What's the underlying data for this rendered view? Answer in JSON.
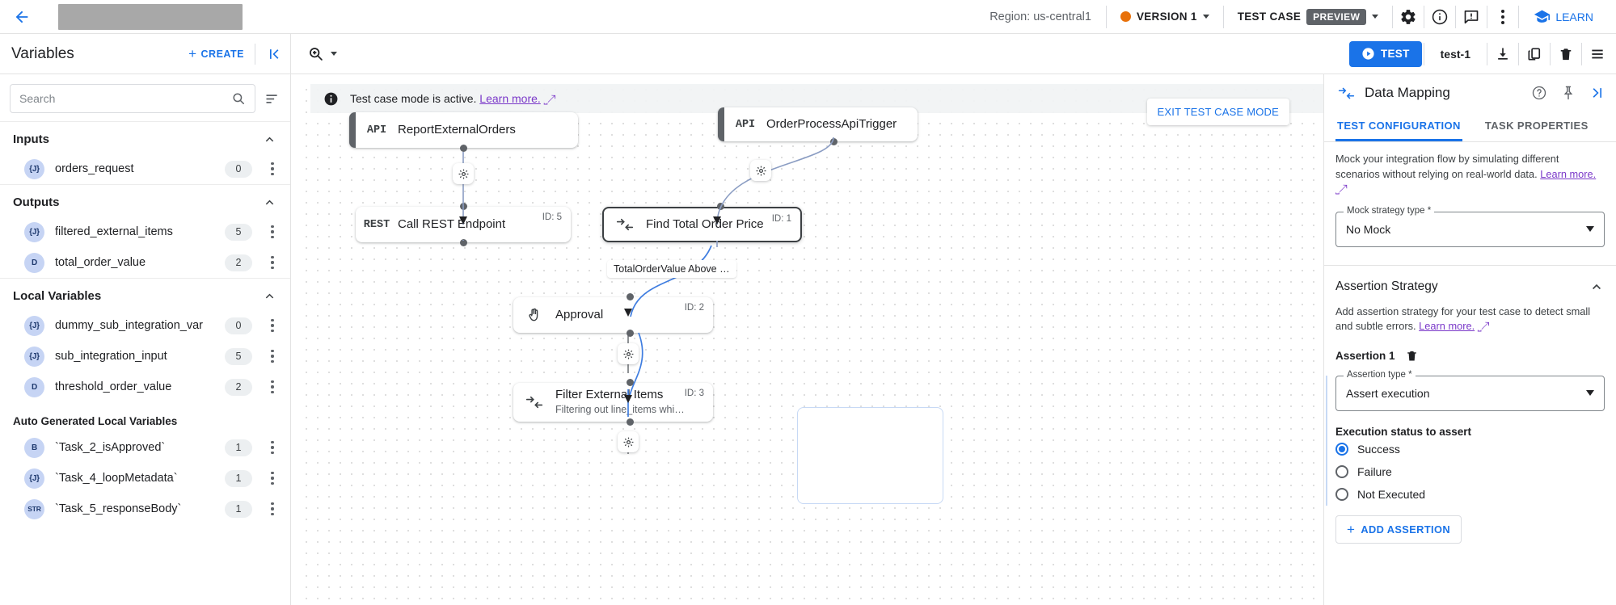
{
  "topbar": {
    "back_icon": "arrow-left-icon",
    "title_redacted": "",
    "region": "Region: us-central1",
    "version_label": "VERSION 1",
    "test_case_label": "TEST CASE",
    "preview_chip": "PREVIEW",
    "settings_icon": "gear-icon",
    "info_icon": "info-icon",
    "feedback_icon": "feedback-icon",
    "more_icon": "more-vert-icon",
    "learn_label": "LEARN"
  },
  "subbar": {
    "panel_title": "Variables",
    "create_label": "CREATE",
    "collapse_icon": "collapse-panel-icon",
    "zoom_icon": "zoom-icon",
    "test_label": "TEST",
    "test_case_name": "test-1",
    "download_icon": "download-icon",
    "duplicate_icon": "duplicate-icon",
    "delete_icon": "trash-icon",
    "list_icon": "list-icon"
  },
  "sidebar": {
    "search": {
      "value": "",
      "placeholder": "Search"
    },
    "sort_icon": "sort-icon",
    "sections": [
      {
        "title": "Inputs",
        "collapsed": false,
        "items": [
          {
            "type": "{J}",
            "name": "orders_request",
            "count": "0"
          }
        ]
      },
      {
        "title": "Outputs",
        "collapsed": false,
        "items": [
          {
            "type": "{J}",
            "name": "filtered_external_items",
            "count": "5"
          },
          {
            "type": "D",
            "name": "total_order_value",
            "count": "2"
          }
        ]
      },
      {
        "title": "Local Variables",
        "collapsed": false,
        "items": [
          {
            "type": "{J}",
            "name": "dummy_sub_integration_var",
            "count": "0"
          },
          {
            "type": "{J}",
            "name": "sub_integration_input",
            "count": "5"
          },
          {
            "type": "D",
            "name": "threshold_order_value",
            "count": "2"
          }
        ]
      }
    ],
    "auto_section": {
      "title": "Auto Generated Local Variables",
      "items": [
        {
          "type": "B",
          "name": "`Task_2_isApproved`",
          "count": "1"
        },
        {
          "type": "{J}",
          "name": "`Task_4_loopMetadata`",
          "count": "1"
        },
        {
          "type": "STR",
          "name": "`Task_5_responseBody`",
          "count": "1"
        }
      ]
    }
  },
  "canvas": {
    "banner": {
      "info_icon": "info-icon",
      "text": "Test case mode is active.",
      "link": "Learn more.",
      "external_icon": "external-link-icon"
    },
    "exit_button": "EXIT TEST CASE MODE",
    "nodes": [
      {
        "icon": "API",
        "title": "ReportExternalOrders",
        "subtitle": "",
        "id": ""
      },
      {
        "icon": "API",
        "title": "OrderProcessApiTrigger",
        "subtitle": "",
        "id": ""
      },
      {
        "icon": "REST",
        "title": "Call REST Endpoint",
        "subtitle": "",
        "id": "ID: 5"
      },
      {
        "icon": "map",
        "title": "Find Total Order Price",
        "subtitle": "",
        "id": "ID: 1"
      },
      {
        "icon": "hand",
        "title": "Approval",
        "subtitle": "",
        "id": "ID: 2"
      },
      {
        "icon": "map",
        "title": "Filter External Items",
        "subtitle": "Filtering out line_items whi…",
        "id": "ID: 3"
      }
    ],
    "edge_label": "TotalOrderValue Above …"
  },
  "right_panel": {
    "title": "Data Mapping",
    "header_icon": "data-mapping-icon",
    "help_icon": "help-icon",
    "pin_icon": "pin-icon",
    "collapse_icon": "collapse-right-icon",
    "tabs": [
      {
        "label": "TEST CONFIGURATION",
        "active": true
      },
      {
        "label": "TASK PROPERTIES",
        "active": false
      }
    ],
    "mock_desc": "Mock your integration flow by simulating different scenarios without relying on real-world data.",
    "mock_desc_link": "Learn more.",
    "mock_field": {
      "label": "Mock strategy type *",
      "value": "No Mock"
    },
    "assertion_strategy": {
      "title": "Assertion Strategy",
      "description": "Add assertion strategy for your test case to detect small and subtle errors.",
      "description_link": "Learn more.",
      "assertion_label": "Assertion 1",
      "delete_icon": "trash-icon",
      "type_field": {
        "label": "Assertion type *",
        "value": "Assert execution"
      },
      "exec_status_label": "Execution status to assert",
      "radios": [
        {
          "label": "Success",
          "selected": true
        },
        {
          "label": "Failure",
          "selected": false
        },
        {
          "label": "Not Executed",
          "selected": false
        }
      ],
      "add_button": "ADD ASSERTION"
    }
  },
  "colors": {
    "accent": "#1a73e8",
    "link_purple": "#7b39c9",
    "version_dot": "#e8710a",
    "chip_bg": "#5f6368"
  }
}
